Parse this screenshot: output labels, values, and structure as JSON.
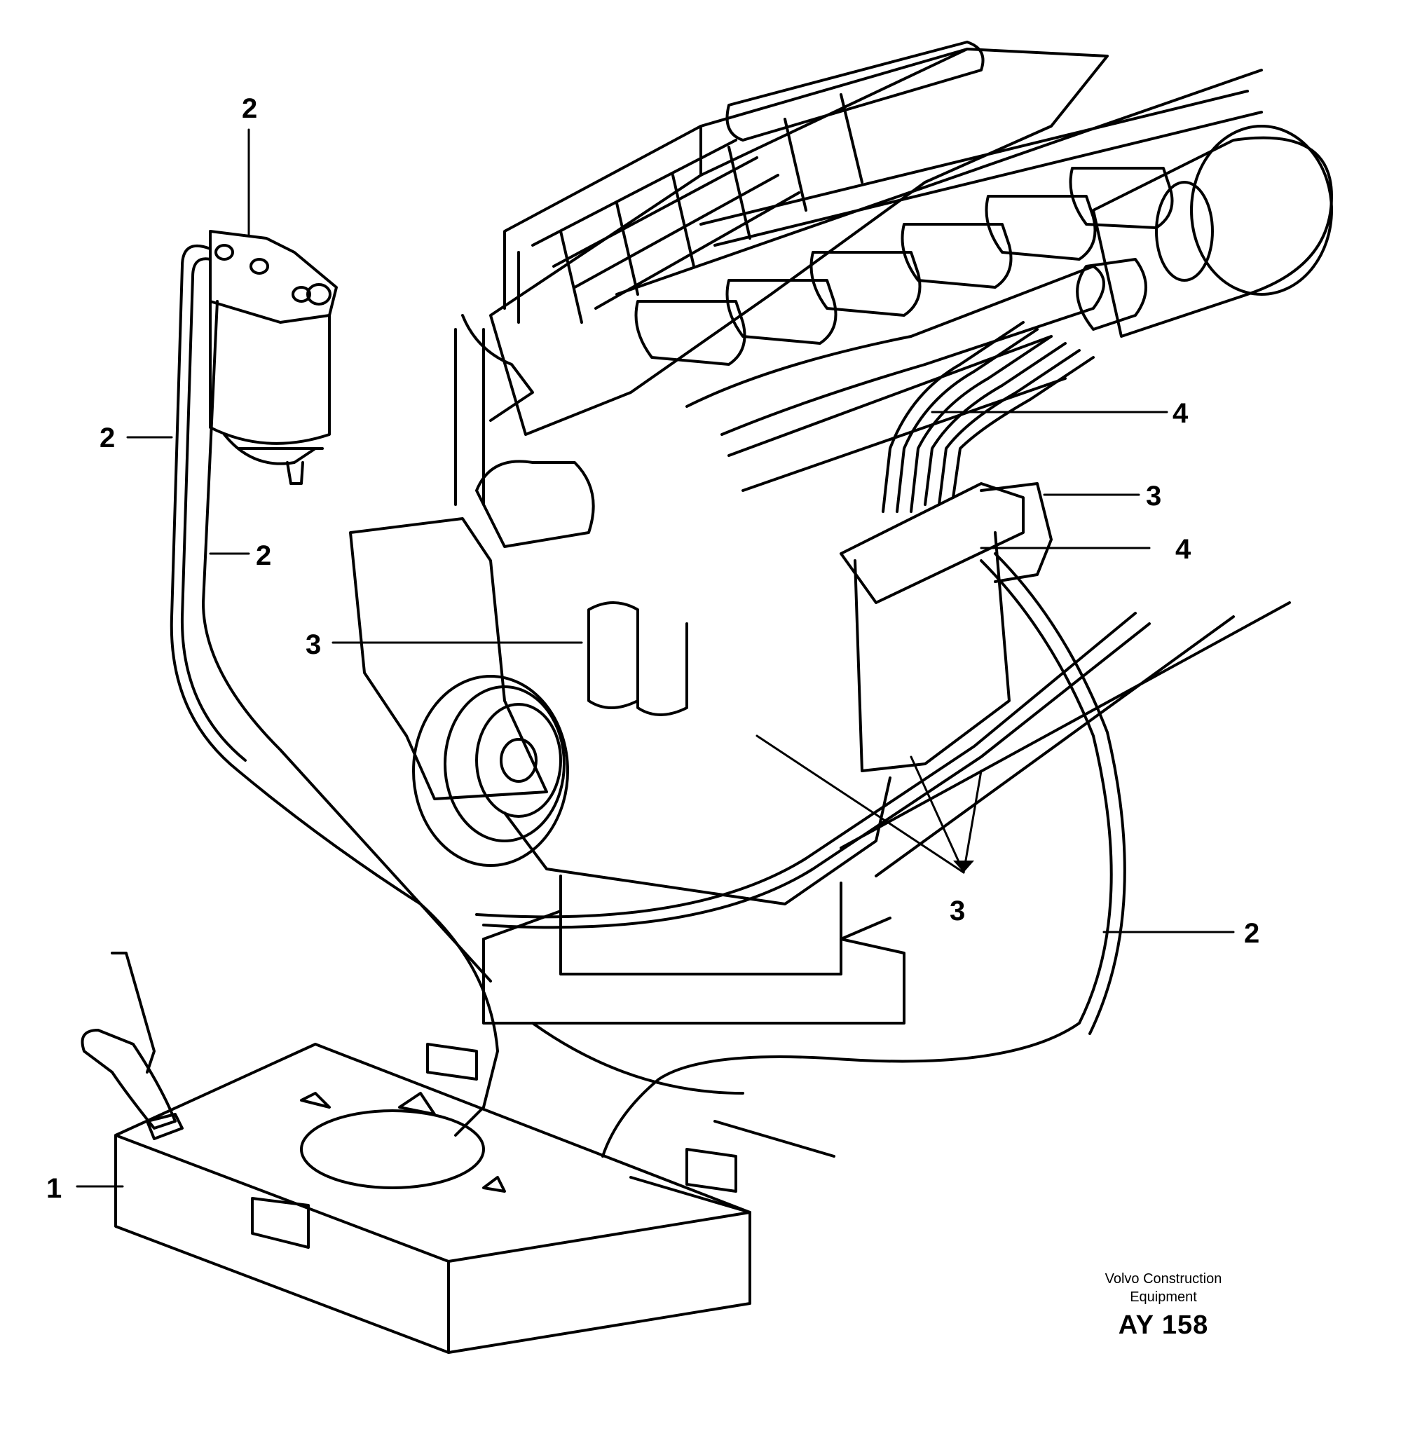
{
  "callouts": {
    "c1": "1",
    "c2a": "2",
    "c2b": "2",
    "c2c": "2",
    "c2d": "2",
    "c3a": "3",
    "c3b": "3",
    "c3c": "3",
    "c4a": "4",
    "c4b": "4"
  },
  "footer": {
    "company_line1": "Volvo Construction",
    "company_line2": "Equipment",
    "figure_code": "AY 158"
  }
}
